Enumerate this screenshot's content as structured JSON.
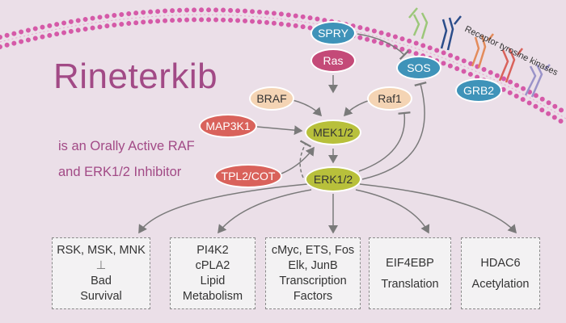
{
  "title": "Rineterkib",
  "subtitle_line1": "is an Orally Active RAF",
  "subtitle_line2": "and ERK1/2 Inhibitor",
  "membrane_label": "Receptor tyrosine kinases",
  "nodes": {
    "spry": "SPRY",
    "ras": "Ras",
    "sos": "SOS",
    "grb2": "GRB2",
    "braf": "BRAF",
    "raf1": "Raf1",
    "map3k1": "MAP3K1",
    "mek": "MEK1/2",
    "tpl2": "TPL2/COT",
    "erk": "ERK1/2"
  },
  "boxes": [
    {
      "line1": "RSK, MSK, MNK",
      "line2": "⊥",
      "line3": "Bad",
      "line4": "Survival"
    },
    {
      "line1": "PI4K2",
      "line2": "cPLA2",
      "line3": "Lipid",
      "line4": "Metabolism"
    },
    {
      "line1": "cMyc, ETS, Fos",
      "line2": "Elk, JunB",
      "line3": "Transcription",
      "line4": "Factors"
    },
    {
      "line1": "EIF4EBP",
      "line2": "Translation"
    },
    {
      "line1": "HDAC6",
      "line2": "Acetylation"
    }
  ],
  "colors": {
    "title": "#a24a86",
    "membrane": "#d55aa8",
    "blue": "#3f93b9",
    "olive": "#b8c03b",
    "peach": "#f4d4b4",
    "red": "#d9625b",
    "pink": "#c44a78"
  }
}
